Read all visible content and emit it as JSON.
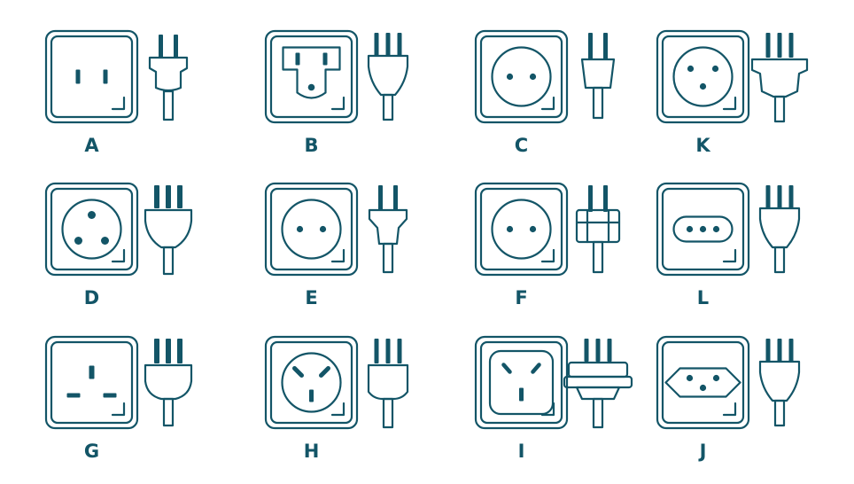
{
  "theme": {
    "stroke": "#135567",
    "background": "#ffffff"
  },
  "plug_types": [
    {
      "label": "A",
      "socket": "two-flat-slots",
      "plug": "two-flat-pins"
    },
    {
      "label": "B",
      "socket": "two-flat-slots-round-ground",
      "plug": "three-pins-tapered"
    },
    {
      "label": "C",
      "socket": "two-round-holes-round",
      "plug": "two-round-pins"
    },
    {
      "label": "K",
      "socket": "three-holes-round",
      "plug": "three-pins-flanged"
    },
    {
      "label": "D",
      "socket": "three-large-round-holes",
      "plug": "three-round-pins-round-body"
    },
    {
      "label": "E",
      "socket": "two-round-holes-round",
      "plug": "two-round-pins-tapered"
    },
    {
      "label": "F",
      "socket": "two-round-holes-round",
      "plug": "two-round-pins-grounding-clips"
    },
    {
      "label": "L",
      "socket": "three-holes-in-line",
      "plug": "three-pins-tapered"
    },
    {
      "label": "G",
      "socket": "three-rectangular-slots",
      "plug": "three-rectangular-pins"
    },
    {
      "label": "H",
      "socket": "three-slots-y-pattern",
      "plug": "three-pins-flat"
    },
    {
      "label": "I",
      "socket": "angled-slots-square",
      "plug": "three-pins-flanged-wide"
    },
    {
      "label": "J",
      "socket": "three-holes-hexagon",
      "plug": "three-pins-tapered"
    }
  ]
}
